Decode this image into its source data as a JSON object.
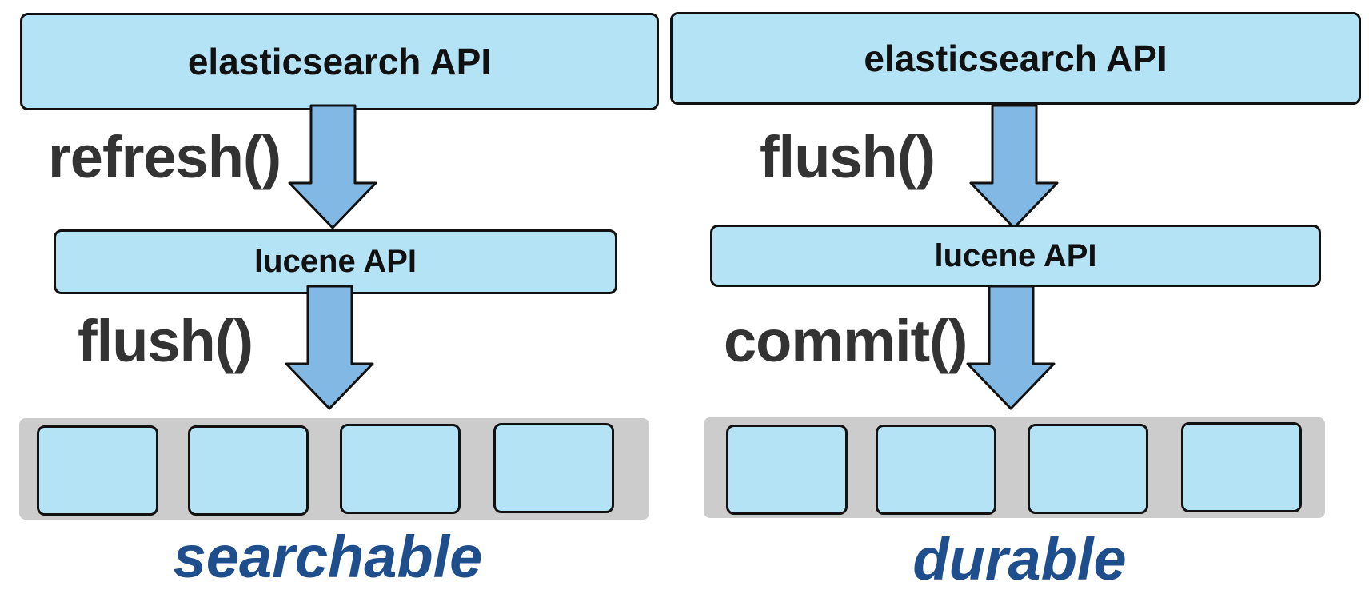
{
  "left_panel": {
    "top_box_label": "elasticsearch API",
    "middle_box_label": "lucene API",
    "upper_call_label": "refresh()",
    "lower_call_label": "flush()",
    "segment_count": 4,
    "outcome_label": "searchable"
  },
  "right_panel": {
    "top_box_label": "elasticsearch API",
    "middle_box_label": "lucene API",
    "upper_call_label": "flush()",
    "lower_call_label": "commit()",
    "segment_count": 4,
    "outcome_label": "durable"
  },
  "colors": {
    "box_fill": "#b5e3f6",
    "arrow_fill": "#82b8e4",
    "segment_tray": "#cccccc",
    "call_text": "#333333",
    "outcome_text": "#1f4e8c"
  },
  "icons": [
    "down-arrow-icon"
  ]
}
